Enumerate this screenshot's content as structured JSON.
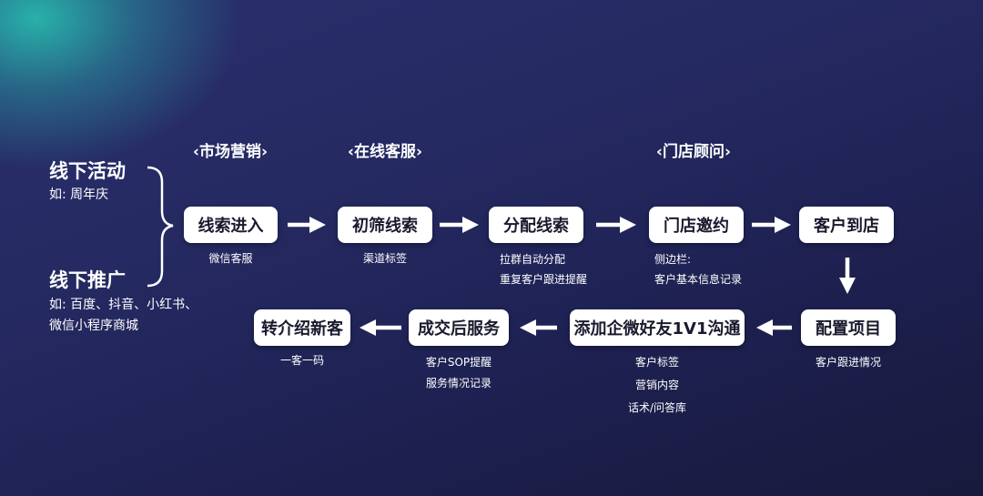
{
  "sources": [
    {
      "title": "线下活动",
      "sub": [
        "如: 周年庆"
      ]
    },
    {
      "title": "线下推广",
      "sub": [
        "如: 百度、抖音、小红书、",
        "微信小程序商城"
      ]
    }
  ],
  "stages": [
    "‹市场营销›",
    "‹在线客服›",
    "‹门店顾问›"
  ],
  "nodes": [
    {
      "label": "线索进入",
      "notes": [
        "微信客服"
      ]
    },
    {
      "label": "初筛线索",
      "notes": [
        "渠道标签"
      ]
    },
    {
      "label": "分配线索",
      "notes": [
        "拉群自动分配",
        "重复客户跟进提醒"
      ]
    },
    {
      "label": "门店邀约",
      "notes": [
        "侧边栏:",
        "客户基本信息记录"
      ]
    },
    {
      "label": "客户到店",
      "notes": []
    },
    {
      "label": "配置项目",
      "notes": [
        "客户跟进情况"
      ]
    },
    {
      "label": "添加企微好友1V1沟通",
      "notes": [
        "客户标签",
        "营销内容",
        "话术/问答库"
      ]
    },
    {
      "label": "成交后服务",
      "notes": [
        "客户SOP提醒",
        "服务情况记录"
      ]
    },
    {
      "label": "转介绍新客",
      "notes": [
        "一客一码"
      ]
    }
  ]
}
